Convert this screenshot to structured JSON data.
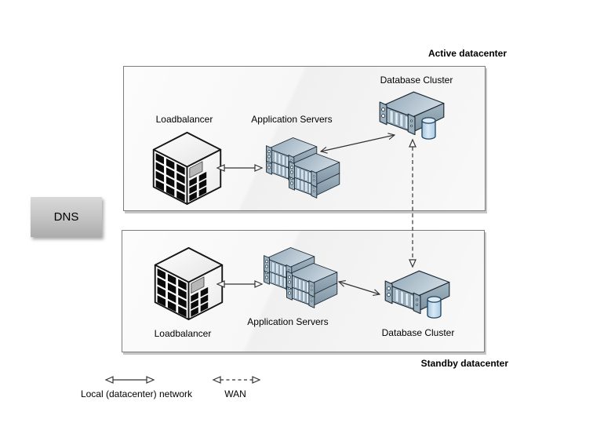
{
  "dns": {
    "label": "DNS"
  },
  "active": {
    "title": "Active datacenter",
    "loadbalancer": "Loadbalancer",
    "app_servers": "Application Servers",
    "database": "Database Cluster"
  },
  "standby": {
    "title": "Standby datacenter",
    "loadbalancer": "Loadbalancer",
    "app_servers": "Application Servers",
    "database": "Database Cluster"
  },
  "legend": {
    "local": "Local (datacenter) network",
    "wan": "WAN"
  },
  "connections": [
    {
      "from": "active.loadbalancer",
      "to": "active.app_servers",
      "type": "local",
      "style": "solid-double-arrow"
    },
    {
      "from": "active.app_servers",
      "to": "active.database",
      "type": "local",
      "style": "solid-double-arrow"
    },
    {
      "from": "standby.loadbalancer",
      "to": "standby.app_servers",
      "type": "local",
      "style": "solid-double-arrow"
    },
    {
      "from": "standby.app_servers",
      "to": "standby.database",
      "type": "local",
      "style": "solid-double-arrow"
    },
    {
      "from": "active.database",
      "to": "standby.database",
      "type": "wan",
      "style": "dashed-double-arrow"
    }
  ],
  "colors": {
    "server_top": "#9db1c0",
    "server_front": "#a4b7c5",
    "server_side": "#7b90a0",
    "server_slats": "#dbe8f1",
    "db_cylinder": "#b3d2e9",
    "outline": "#1b2730",
    "dns_fill_top": "#d9d9d9",
    "dns_fill_bottom": "#acacac",
    "box_border": "#7d7d7d",
    "box_fill": "#f7f7f7",
    "arrow": "#333333",
    "text": "#000000"
  }
}
